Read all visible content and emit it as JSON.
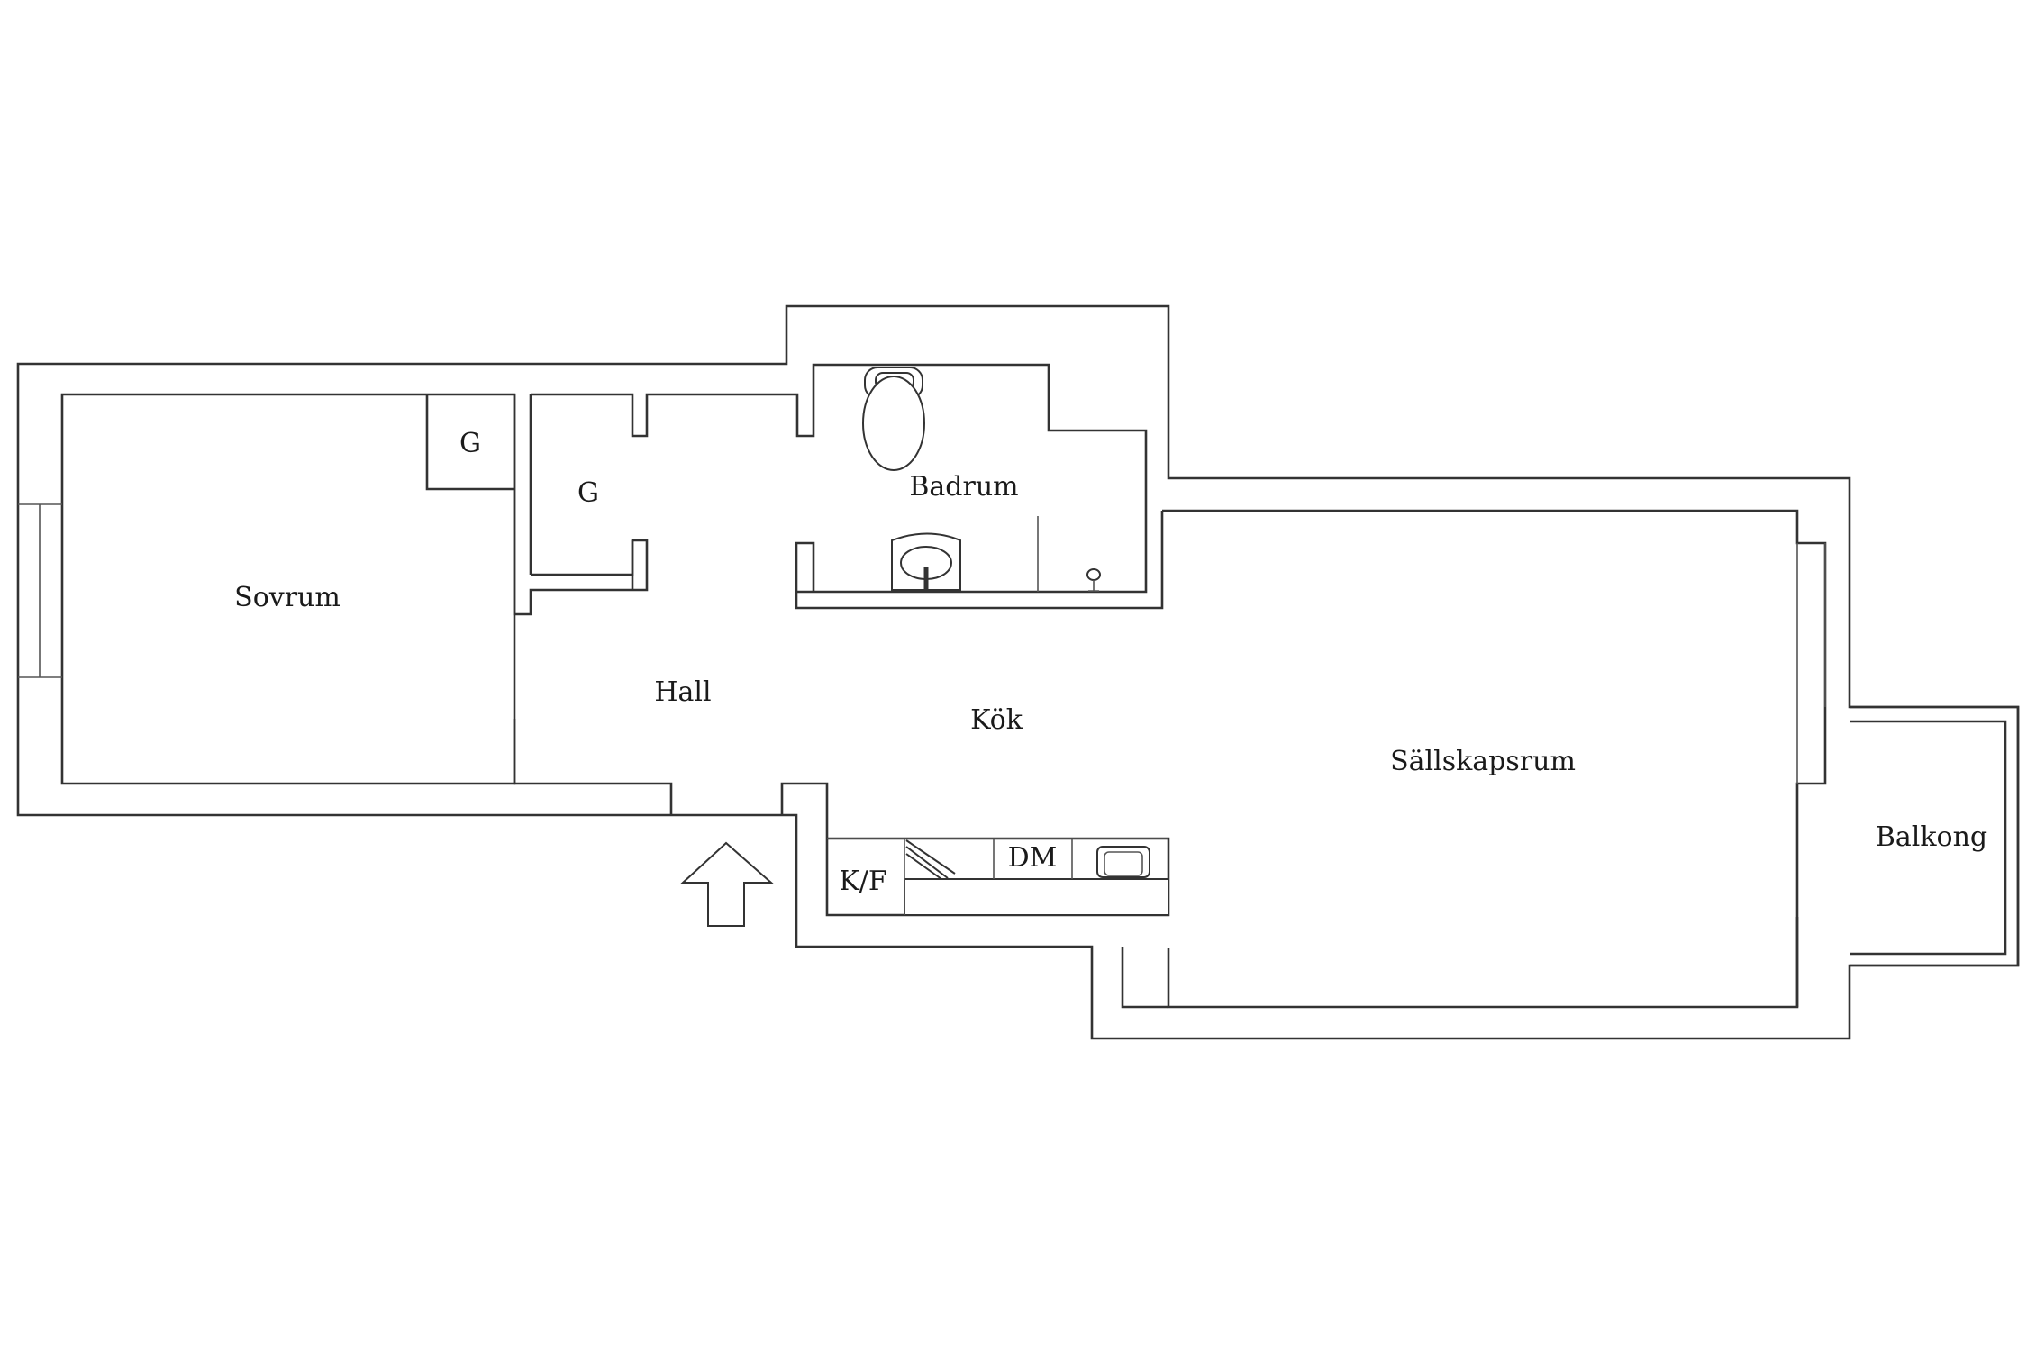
{
  "rooms": {
    "sovrum": "Sovrum",
    "closet_1": "G",
    "closet_2": "G",
    "hall": "Hall",
    "badrum": "Badrum",
    "kok": "Kök",
    "sallskapsrum": "Sällskapsrum",
    "balkong": "Balkong"
  },
  "appliances": {
    "fridge_freezer": "K/F",
    "dishwasher": "DM"
  },
  "icons": {
    "entrance": "entrance-arrow-icon",
    "toilet": "toilet-icon",
    "sink": "sink-icon",
    "kitchen_sink": "kitchen-sink-icon",
    "stove": "stove-icon"
  },
  "colors": {
    "wall": "#333333",
    "background": "#ffffff"
  }
}
